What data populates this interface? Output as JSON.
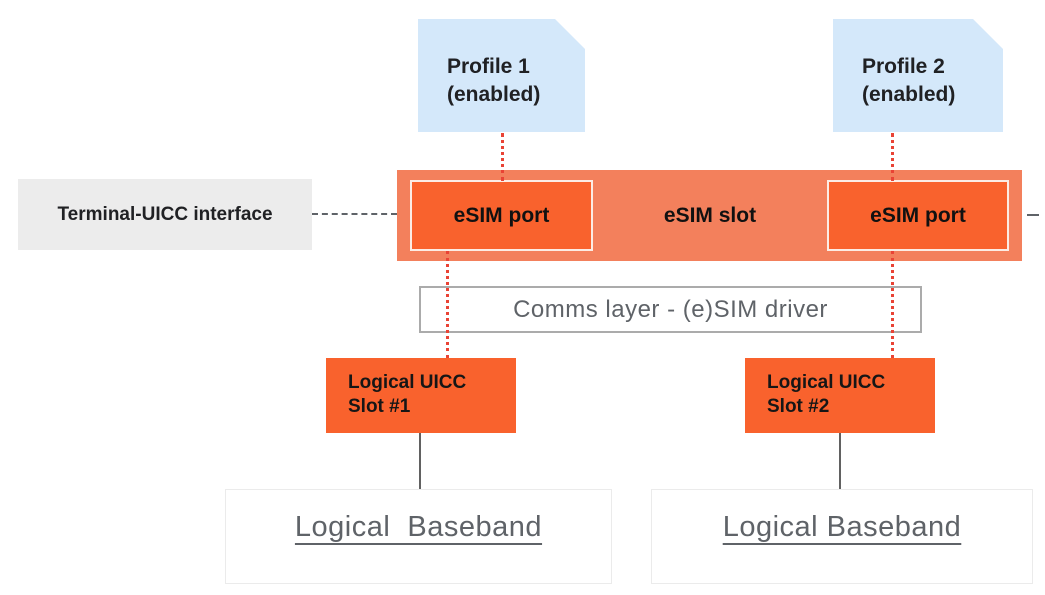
{
  "diagram": {
    "profiles": [
      {
        "title": "Profile 1",
        "status": "(enabled)"
      },
      {
        "title": "Profile 2",
        "status": "(enabled)"
      }
    ],
    "terminal_interface_label": "Terminal-UICC interface",
    "esim_slot": {
      "label": "eSIM slot",
      "ports": [
        {
          "label": "eSIM port"
        },
        {
          "label": "eSIM port"
        }
      ]
    },
    "comms_layer_label": "Comms layer - (e)SIM driver",
    "uicc_slots": [
      {
        "line1": "Logical UICC",
        "line2": "Slot #1"
      },
      {
        "line1": "Logical UICC",
        "line2": "Slot #2"
      }
    ],
    "basebands": [
      {
        "label": "Logical  Baseband"
      },
      {
        "label": "Logical Baseband"
      }
    ],
    "colors": {
      "profile_blue": "#d4e8fa",
      "slot_salmon": "#f3805c",
      "port_orange": "#f9622d",
      "uicc_orange": "#f9622d",
      "gray_box": "#ececec",
      "text_dark": "#202124",
      "text_gray": "#5f6368",
      "red_dotted": "#e94335",
      "comms_border": "#ababab",
      "baseband_border": "#ebebeb",
      "connector_gray": "#616161"
    }
  }
}
